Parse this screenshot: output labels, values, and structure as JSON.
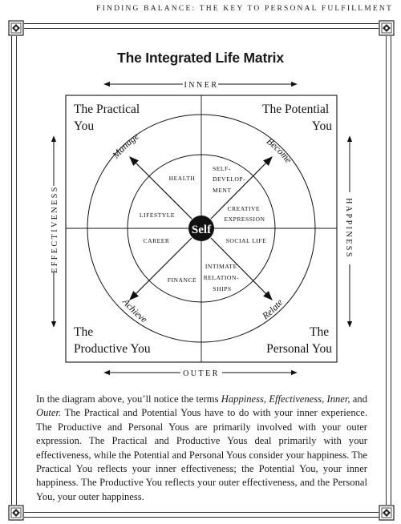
{
  "running_head": "FINDING BALANCE: THE KEY TO PERSONAL FULFILLMENT",
  "title": "The Integrated Life Matrix",
  "axes": {
    "top": "INNER",
    "bottom": "OUTER",
    "left": "EFFECTIVENESS",
    "right": "HAPPINESS"
  },
  "quadrants": {
    "top_left": [
      "The Practical",
      "You"
    ],
    "top_right": [
      "The Potential",
      "You"
    ],
    "bottom_left": [
      "The",
      "Productive You"
    ],
    "bottom_right": [
      "The",
      "Personal You"
    ]
  },
  "center": "Self",
  "arrow_labels": {
    "top_left": "Manage",
    "top_right": "Become",
    "bottom_left": "Achieve",
    "bottom_right": "Relate"
  },
  "life_areas": {
    "health": "HEALTH",
    "self_development": [
      "SELF-",
      "DEVELOP-",
      "MENT"
    ],
    "lifestyle": "LIFESTYLE",
    "creative_expression": [
      "CREATIVE",
      "EXPRESSION"
    ],
    "career": "CAREER",
    "social_life": "SOCIAL LIFE",
    "finance": "FINANCE",
    "intimate_relationships": [
      "INTIMATE",
      "RELATION-",
      "SHIPS"
    ]
  },
  "paragraph": {
    "p1": "In the diagram above, you’ll notice the terms ",
    "t1": "Happiness, Effectiveness, Inner,",
    "p2": " and ",
    "t2": "Outer.",
    "p3": " The Practical and Potential Yous have to do with your inner experience. The Productive and Personal Yous are primarily involved with your outer expression. The Practical and Productive Yous deal primarily with your effectiveness, while the Potential and Personal Yous consider your happiness. The Practical You reflects your inner effectiveness; the Potential You, your inner happiness. The Productive You reflects your outer effectiveness, and the Personal You, your outer happiness."
  }
}
